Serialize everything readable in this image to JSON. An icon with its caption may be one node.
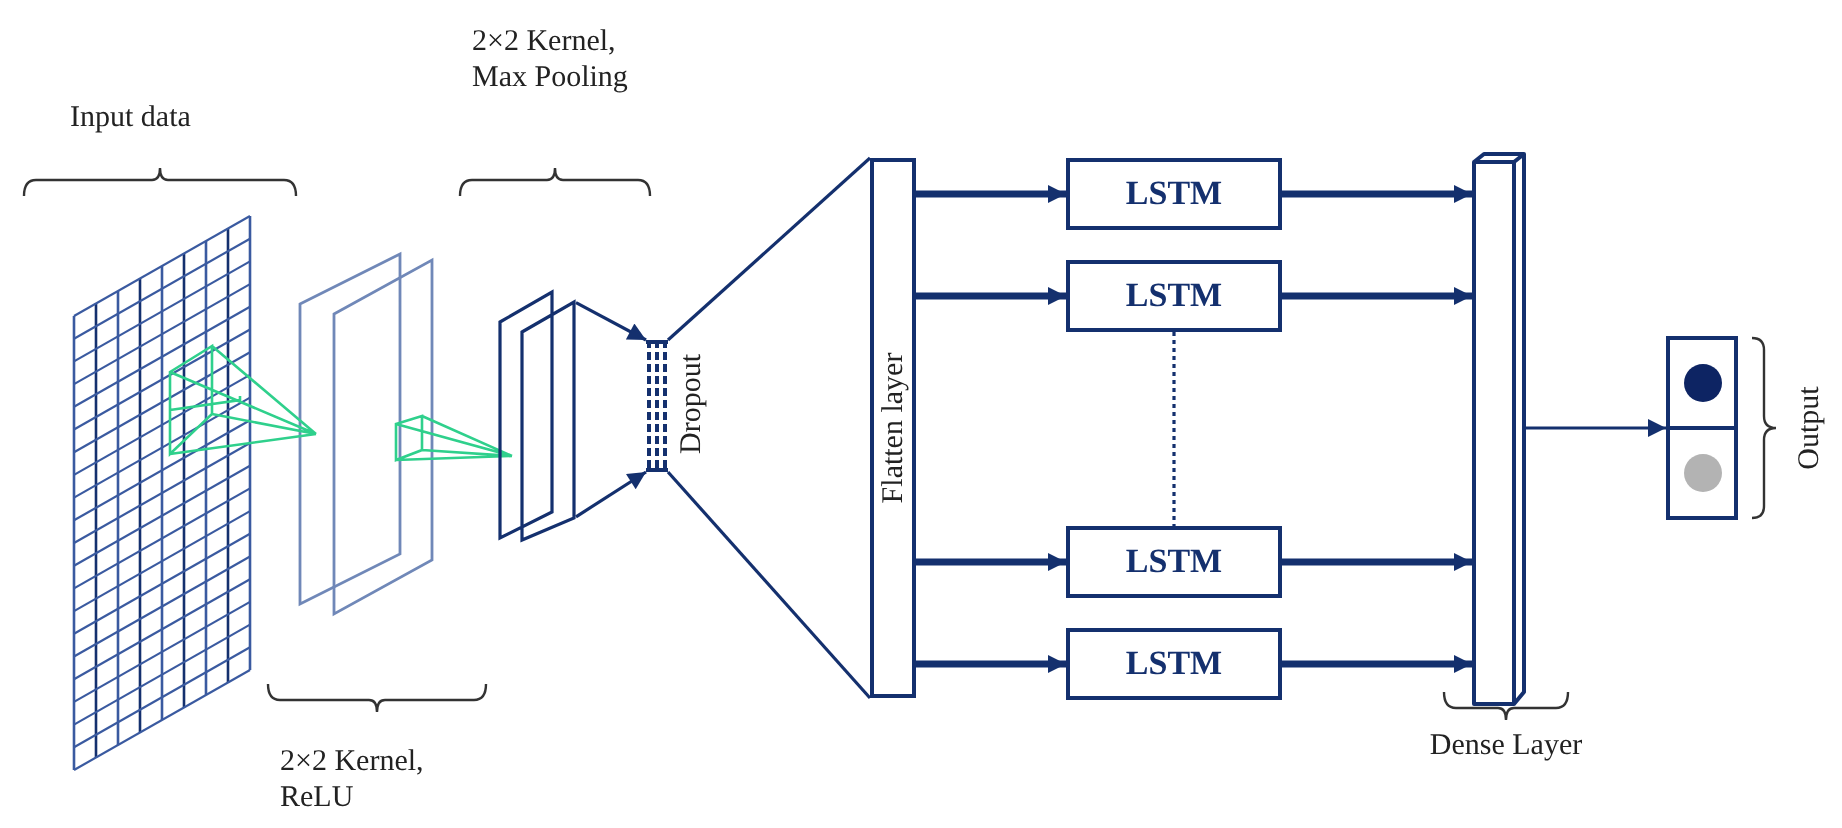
{
  "diagram": {
    "nodes": [
      {
        "text": [],
        "shape": "box"
      },
      {
        "text": [],
        "shape": "bar",
        "beside": [
          "Dropout"
        ]
      },
      {
        "text": [
          "Flatten layer"
        ]
      },
      {
        "text": [
          "LSTM"
        ]
      },
      {
        "text": [
          "LSTM"
        ]
      },
      {
        "text": [
          "LSTM"
        ]
      },
      {
        "text": [
          "LSTM"
        ]
      },
      {
        "text": [],
        "shape": "bar",
        "beside": [
          "Dense Layer"
        ]
      },
      {
        "text": [],
        "shape": "box",
        "beside": [
          "Output"
        ]
      }
    ],
    "edges": [
      {
        "from": 0,
        "to": 1,
        "arrow": "to"
      },
      {
        "from": 0,
        "to": 1,
        "arrow": "to"
      },
      {
        "from": 1,
        "to": 2,
        "arrow": "none"
      },
      {
        "from": 1,
        "to": 2,
        "arrow": "none"
      },
      {
        "from": 2,
        "to": 3,
        "arrow": "to"
      },
      {
        "from": 2,
        "to": 4,
        "arrow": "to"
      },
      {
        "from": 2,
        "to": 5,
        "arrow": "to"
      },
      {
        "from": 2,
        "to": 6,
        "arrow": "to"
      },
      {
        "from": 3,
        "to": 7,
        "arrow": "to"
      },
      {
        "from": 4,
        "to": 7,
        "arrow": "to"
      },
      {
        "from": 5,
        "to": 7,
        "arrow": "to"
      },
      {
        "from": 6,
        "to": 7,
        "arrow": "to"
      },
      {
        "from": 4,
        "to": 5,
        "arrow": "none",
        "style": "dashed"
      },
      {
        "from": 7,
        "to": 8,
        "arrow": "to"
      }
    ],
    "labels": [
      "2×2 Kernel, Max Pooling",
      "Input data",
      "2×2 Kernel, ReLU"
    ]
  }
}
